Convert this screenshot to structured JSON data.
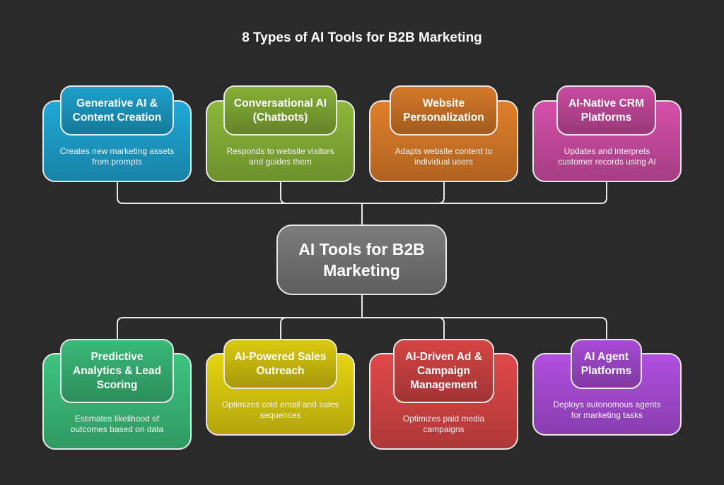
{
  "title": "8 Types of AI Tools for B2B Marketing",
  "center": "AI Tools for B2B Marketing",
  "top": [
    {
      "title": "Generative AI & Content Creation",
      "desc": "Creates new marketing assets from prompts",
      "color": "#1fa8d6"
    },
    {
      "title": "Conversational AI (Chatbots)",
      "desc": "Responds to website visitors and guides them",
      "color": "#8db83a"
    },
    {
      "title": "Website Personalization",
      "desc": "Adapts website content to individual users",
      "color": "#e07f2a"
    },
    {
      "title": "AI-Native CRM Platforms",
      "desc": "Updates and interprets customer records using AI",
      "color": "#d44fa8"
    }
  ],
  "bottom": [
    {
      "title": "Predictive Analytics & Lead Scoring",
      "desc": "Estimates likelihood of outcomes based on data",
      "color": "#3dc47f"
    },
    {
      "title": "AI-Powered Sales Outreach",
      "desc": "Optimizes cold email and sales sequences",
      "color": "#e6d410"
    },
    {
      "title": "AI-Driven Ad & Campaign Management",
      "desc": "Optimizes paid media campaigns",
      "color": "#e04848"
    },
    {
      "title": "AI Agent Platforms",
      "desc": "Deploys autonomous agents for marketing tasks",
      "color": "#b04fe0"
    }
  ]
}
